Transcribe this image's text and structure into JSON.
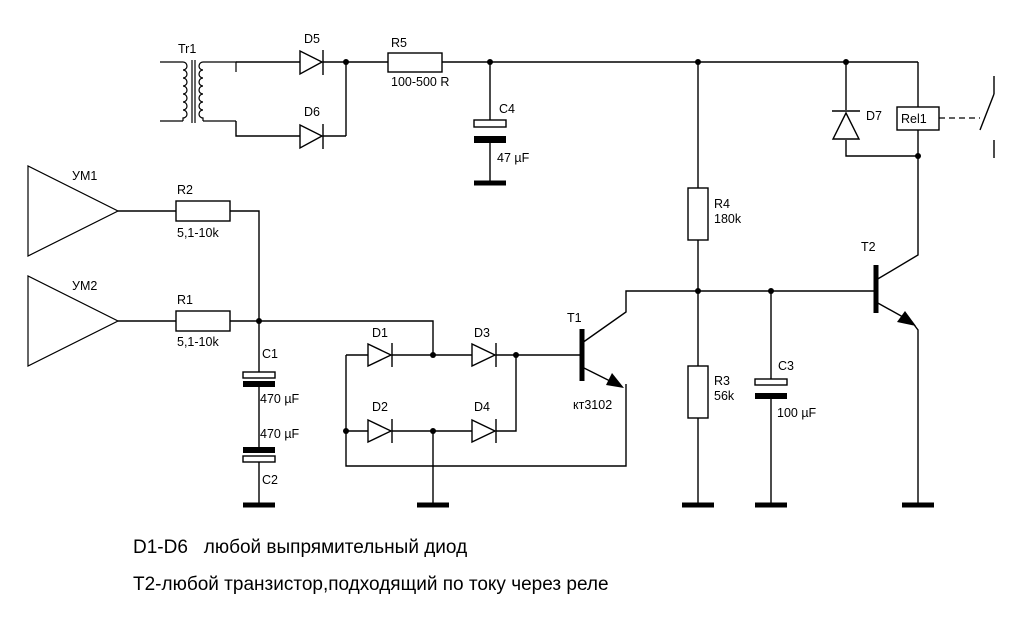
{
  "labels": {
    "tr1": "Tr1",
    "d5": "D5",
    "d6": "D6",
    "r5": "R5",
    "r5_value": "100-500 R",
    "c4": "C4",
    "c4_value": "47 µF",
    "um1": "УМ1",
    "um2": "УМ2",
    "r2": "R2",
    "r2_value": "5,1-10k",
    "r1": "R1",
    "r1_value": "5,1-10k",
    "c1": "C1",
    "c1_value": "470 µF",
    "c2": "C2",
    "c2_value": "470 µF",
    "d1": "D1",
    "d2": "D2",
    "d3": "D3",
    "d4": "D4",
    "t1": "T1",
    "t1_type": "кт3102",
    "r4": "R4",
    "r4_value": "180k",
    "r3": "R3",
    "r3_value": "56k",
    "c3": "C3",
    "c3_value": "100 µF",
    "t2": "T2",
    "d7": "D7",
    "rel1": "Rel1"
  },
  "notes": {
    "line1": "D1-D6   любой выпрямительный диод",
    "line2": "T2-любой транзистор,подходящий по току через реле"
  }
}
